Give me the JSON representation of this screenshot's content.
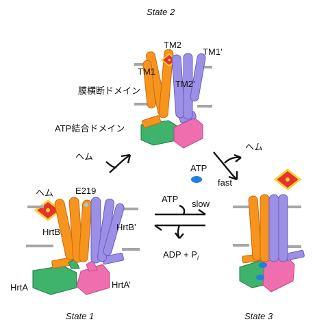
{
  "labels": {
    "state1": "State 1",
    "state2": "State 2",
    "state3": "State 3",
    "tm2": "TM2",
    "tm1prime": "TM1’",
    "tm1": "TM1",
    "tm2prime": "TM2’",
    "transmembrane_domain": "膜横断ドメイン",
    "atp_binding_domain": "ATP結合ドメイン",
    "heme_left": "ヘム",
    "heme_state1": "ヘム",
    "heme_right": "ヘム",
    "e219": "E219",
    "hrtb": "HrtB",
    "hrtb_prime": "HrtB’",
    "hrta": "HrtA",
    "hrta_prime": "HrtA’",
    "atp_top": "ATP",
    "fast": "fast",
    "atp_mid": "ATP",
    "slow": "slow",
    "adp": "ADP + P",
    "adp_sub": "i"
  },
  "colors": {
    "orange": "#f7941d",
    "orange_dark": "#c86a0c",
    "purple": "#9b8fe6",
    "purple_dark": "#6a5cc2",
    "green": "#3db36b",
    "green_dark": "#1f7a44",
    "pink": "#ef6fae",
    "pink_dark": "#c14783",
    "membrane": "#a6a6a6",
    "heme_red": "#e8332a",
    "heme_yellow": "#f6d33a",
    "atp_blue": "#1e7fe0"
  }
}
